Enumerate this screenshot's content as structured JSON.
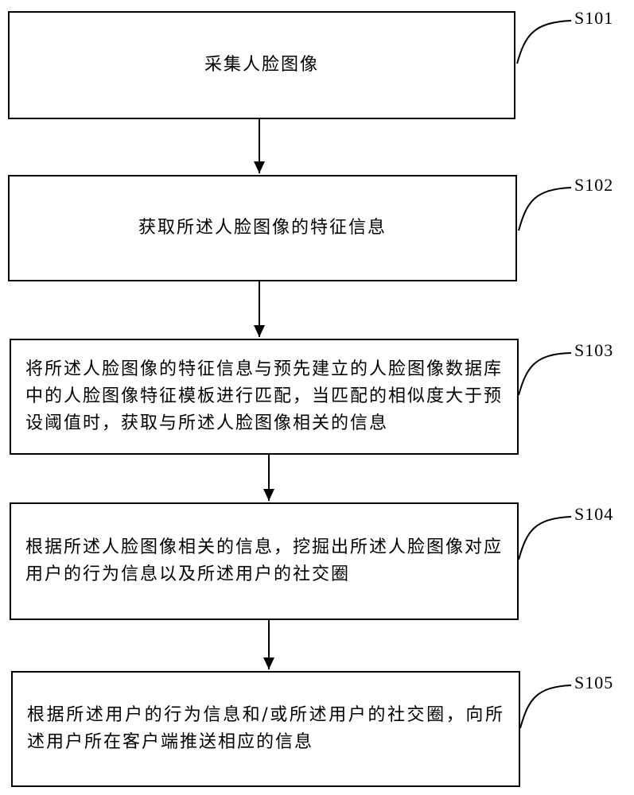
{
  "steps": [
    {
      "id": "S101",
      "text": "采集人脸图像"
    },
    {
      "id": "S102",
      "text": "获取所述人脸图像的特征信息"
    },
    {
      "id": "S103",
      "text": "将所述人脸图像的特征信息与预先建立的人脸图像数据库中的人脸图像特征模板进行匹配，当匹配的相似度大于预设阈值时，获取与所述人脸图像相关的信息"
    },
    {
      "id": "S104",
      "text": "根据所述人脸图像相关的信息，挖掘出所述人脸图像对应用户的行为信息以及所述用户的社交圈"
    },
    {
      "id": "S105",
      "text": "根据所述用户的行为信息和/或所述用户的社交圈，向所述用户所在客户端推送相应的信息"
    }
  ]
}
